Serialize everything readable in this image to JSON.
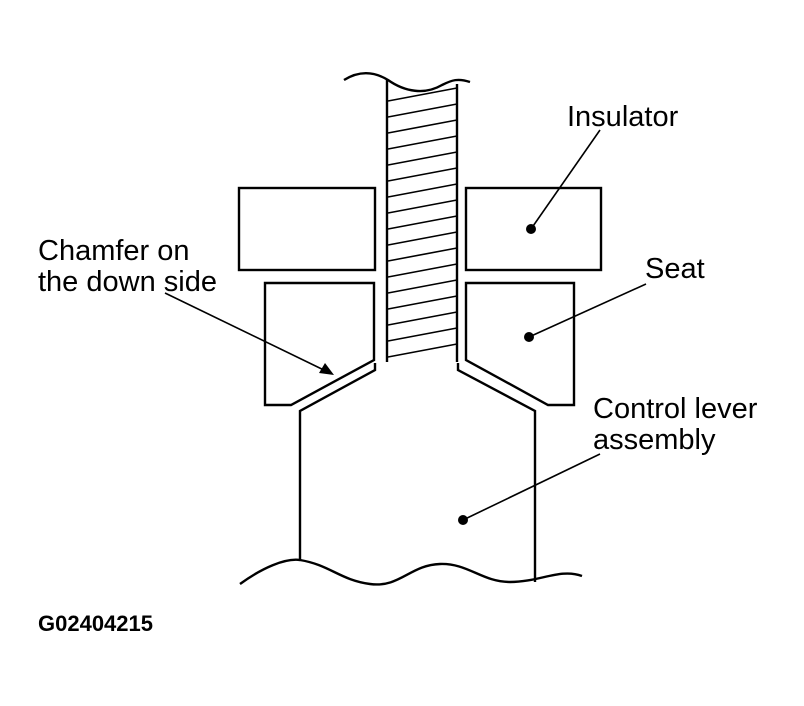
{
  "labels": {
    "insulator": "Insulator",
    "chamfer_line1": "Chamfer on",
    "chamfer_line2": "the down side",
    "seat": "Seat",
    "control_line1": "Control lever",
    "control_line2": "assembly"
  },
  "figure_code": "G02404215"
}
